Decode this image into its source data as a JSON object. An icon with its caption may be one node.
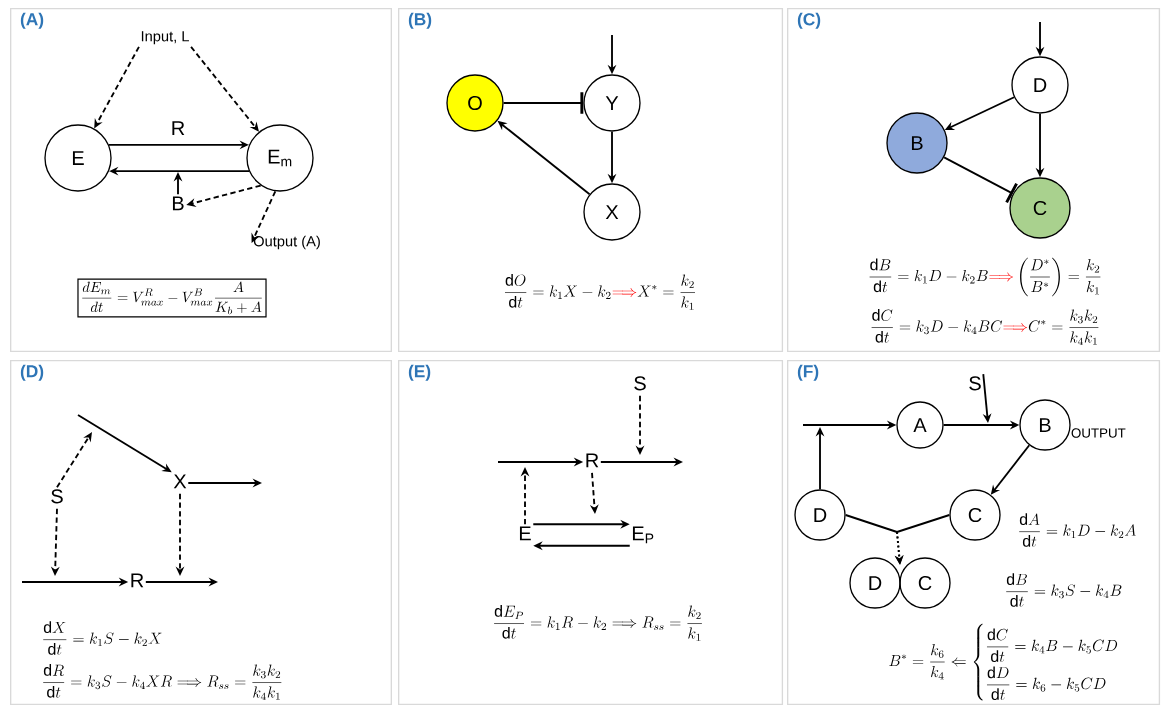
{
  "diagram": {
    "nodes": [
      {
        "text": [
          "(A)"
        ]
      },
      {
        "text": [
          "Input, L"
        ],
        "in": 0
      },
      {
        "text": [
          "E"
        ],
        "in": 0
      },
      {
        "text": [
          "E$_{m}$"
        ],
        "in": 0
      },
      {
        "text": [
          "B"
        ],
        "in": 0
      },
      {
        "text": [
          "Output (A)"
        ],
        "in": 0
      },
      {
        "text": [
          "\\frac{dE_m}{dt} = V_{max}^{R} - V_{max}^{B}\\frac{A}{K_b + A}"
        ],
        "in": 0
      },
      {
        "text": [
          "(B)"
        ]
      },
      {
        "text": [
          "O"
        ],
        "in": 7
      },
      {
        "text": [
          "Y"
        ],
        "in": 7
      },
      {
        "text": [
          "X"
        ],
        "in": 7
      },
      {
        "text": [
          "(C)"
        ]
      },
      {
        "text": [
          "D"
        ],
        "in": 11
      },
      {
        "text": [
          "B"
        ],
        "in": 11
      },
      {
        "text": [
          "C"
        ],
        "in": 11
      },
      {
        "text": [
          "(D)"
        ]
      },
      {
        "text": [
          "S"
        ],
        "in": 15
      },
      {
        "text": [
          "X"
        ],
        "in": 15
      },
      {
        "text": [
          "R"
        ],
        "in": 15
      },
      {
        "text": [
          "(E)"
        ]
      },
      {
        "text": [
          "S"
        ],
        "in": 19
      },
      {
        "text": [
          "R"
        ],
        "in": 19
      },
      {
        "text": [
          "E"
        ],
        "in": 19
      },
      {
        "text": [
          "E$_{P}$"
        ],
        "in": 19
      },
      {
        "text": [
          "(F)"
        ]
      },
      {
        "text": [
          "S"
        ],
        "in": 24
      },
      {
        "text": [
          "A"
        ],
        "in": 24
      },
      {
        "text": [
          "B"
        ],
        "in": 24,
        "beside": [
          "OUTPUT"
        ]
      },
      {
        "text": [
          "C"
        ],
        "in": 24
      },
      {
        "text": [
          "D"
        ],
        "in": 24
      },
      {
        "text": [
          "D"
        ],
        "in": 24
      },
      {
        "text": [
          "C"
        ],
        "in": 24
      }
    ],
    "edges": [
      {
        "from": 1,
        "to": 2,
        "arrow": "to",
        "style": "dashed"
      },
      {
        "from": 1,
        "to": 3,
        "arrow": "to",
        "style": "dashed"
      },
      {
        "from": 2,
        "to": 3,
        "arrow": "to",
        "label": "R"
      },
      {
        "from": 3,
        "to": 2,
        "arrow": "to"
      },
      {
        "from": 4,
        "to": null,
        "arrow": "to"
      },
      {
        "from": 3,
        "to": 4,
        "arrow": "to",
        "style": "dashed"
      },
      {
        "from": 3,
        "to": 5,
        "arrow": "to",
        "style": "dashed"
      },
      {
        "from": null,
        "to": 9,
        "arrow": "to"
      },
      {
        "from": 8,
        "to": 9,
        "arrow": "other"
      },
      {
        "from": 9,
        "to": 10,
        "arrow": "to"
      },
      {
        "from": 10,
        "to": 8,
        "arrow": "to"
      },
      {
        "from": null,
        "to": 12,
        "arrow": "to"
      },
      {
        "from": 12,
        "to": 13,
        "arrow": "to"
      },
      {
        "from": 12,
        "to": 14,
        "arrow": "to"
      },
      {
        "from": 13,
        "to": 14,
        "arrow": "other"
      },
      {
        "from": null,
        "to": 17,
        "arrow": "to"
      },
      {
        "from": 16,
        "to": null,
        "arrow": "to",
        "style": "dashed"
      },
      {
        "from": 17,
        "to": null,
        "arrow": "to"
      },
      {
        "from": 16,
        "to": null,
        "arrow": "to",
        "style": "dashed"
      },
      {
        "from": null,
        "to": 18,
        "arrow": "to"
      },
      {
        "from": 18,
        "to": null,
        "arrow": "to"
      },
      {
        "from": 17,
        "to": null,
        "arrow": "to",
        "style": "dashed"
      },
      {
        "from": null,
        "to": 21,
        "arrow": "to"
      },
      {
        "from": 21,
        "to": null,
        "arrow": "to"
      },
      {
        "from": 20,
        "to": null,
        "arrow": "to",
        "style": "dashed"
      },
      {
        "from": 21,
        "to": null,
        "arrow": "to",
        "style": "dashed"
      },
      {
        "from": 22,
        "to": null,
        "arrow": "to",
        "style": "dashed"
      },
      {
        "from": 22,
        "to": 23,
        "arrow": "to"
      },
      {
        "from": 23,
        "to": 22,
        "arrow": "to"
      },
      {
        "from": null,
        "to": 26,
        "arrow": "to"
      },
      {
        "from": 29,
        "to": null,
        "arrow": "to"
      },
      {
        "from": 26,
        "to": 27,
        "arrow": "to"
      },
      {
        "from": 25,
        "to": null,
        "arrow": "to"
      },
      {
        "from": 27,
        "to": 28,
        "arrow": "to"
      },
      {
        "from": 29,
        "to": 30,
        "arrow": "to"
      },
      {
        "from": 28,
        "to": 31,
        "arrow": "to"
      }
    ],
    "labels": [
      "\\frac{\\mathrm{d}O}{\\mathrm{d}t} = k_1X - k_2 \\textcolor{red}{\\Longrightarrow} X^{*} = \\frac{k_2}{k_1}",
      "\\frac{\\mathrm{d}B}{\\mathrm{d}t} = k_1D - k_2B \\textcolor{red}{\\Longrightarrow} \\left(\\frac{D^{*}}{B^{*}}\\right) = \\frac{k_2}{k_1}",
      "\\frac{\\mathrm{d}C}{\\mathrm{d}t} = k_3D - k_4BC \\textcolor{red}{\\Longrightarrow} C^{*} = \\frac{k_3k_2}{k_4k_1}",
      "\\frac{\\mathrm{d}X}{\\mathrm{d}t} = k_1S - k_2X",
      "\\frac{\\mathrm{d}R}{\\mathrm{d}t} = k_3S - k_4XR \\Longrightarrow R_{ss} = \\frac{k_3k_2}{k_4k_1}",
      "\\frac{\\mathrm{d}E_P}{\\mathrm{d}t} = k_1R - k_2 \\Longrightarrow R_{ss} = \\frac{k_2}{k_1}",
      "\\frac{\\mathrm{d}A}{\\mathrm{d}t} = k_1D - k_2A",
      "\\frac{\\mathrm{d}B}{\\mathrm{d}t} = k_3S - k_4B",
      "B^{*} = \\frac{k_6}{k_4} \\Leftarrow \\begin{cases} \\dfrac{\\mathrm{d}C}{\\mathrm{d}t} = k_4B - k_5CD \\\\ \\dfrac{\\mathrm{d}D}{\\mathrm{d}t} = k_6 - k_5CD \\end{cases}"
    ]
  }
}
